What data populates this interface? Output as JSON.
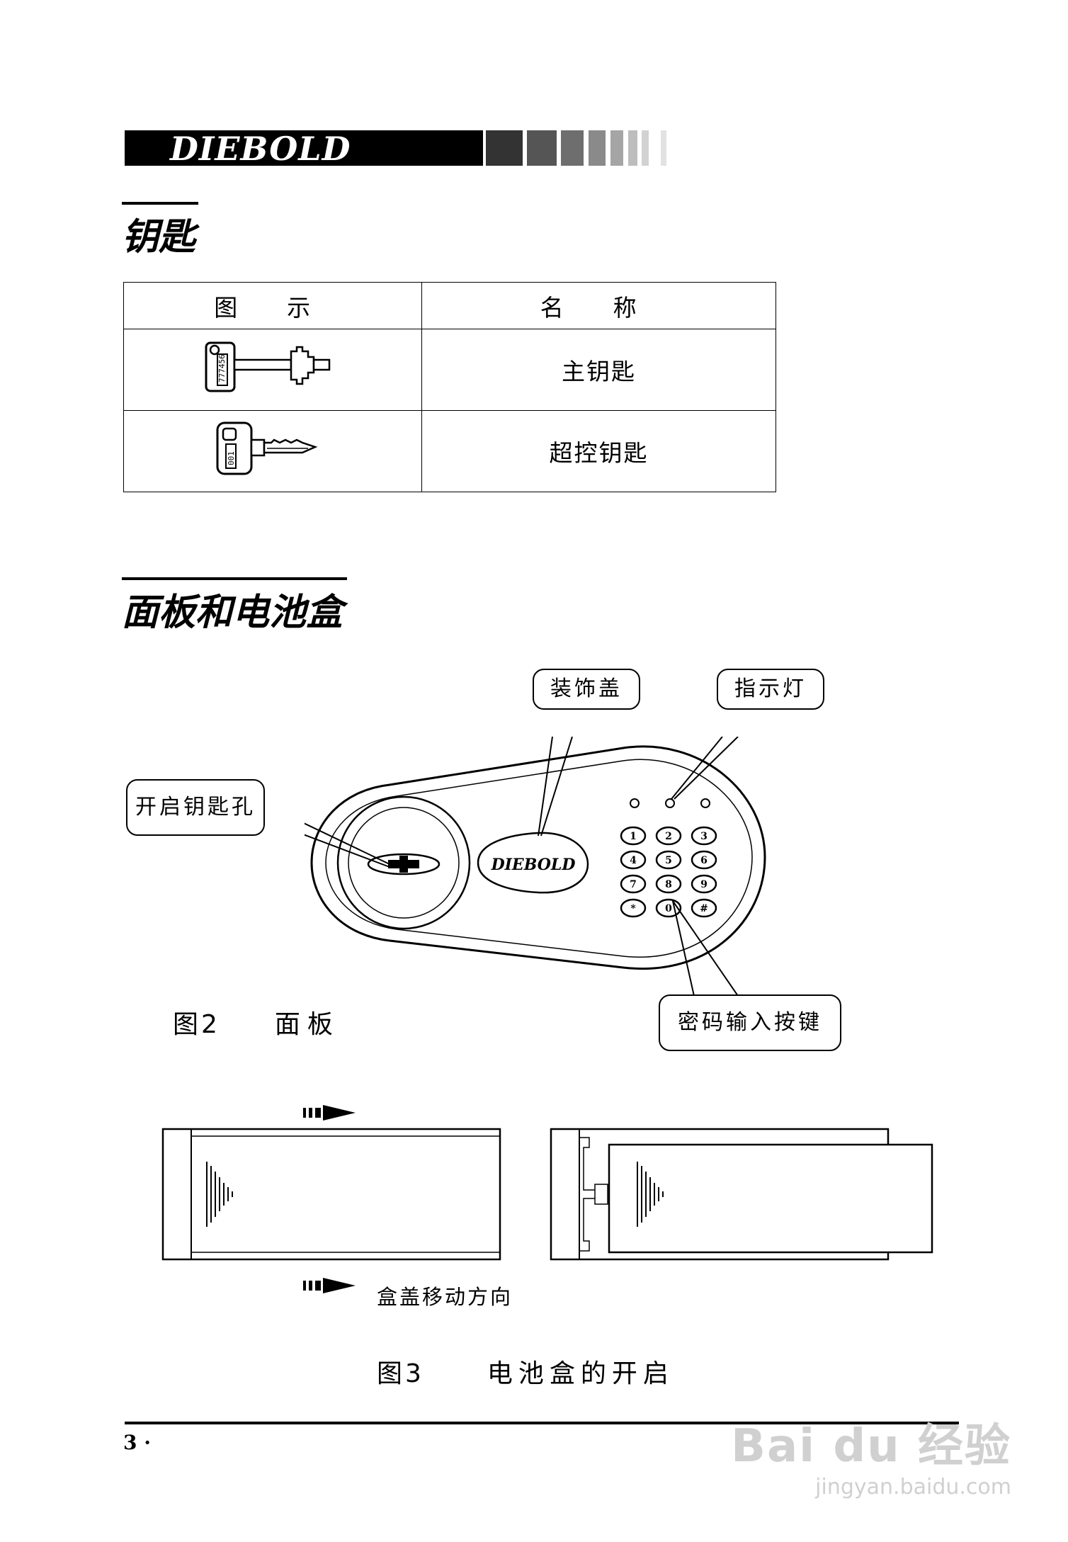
{
  "brand": {
    "logo_text": "DIEBOLD"
  },
  "sections": {
    "keys_title": "钥匙",
    "panel_title": "面板和电池盒"
  },
  "key_table": {
    "headers": [
      "图 示",
      "名 称"
    ],
    "rows": [
      {
        "icon": "master-key-icon",
        "key_label": "777456",
        "name": "主钥匙"
      },
      {
        "icon": "override-key-icon",
        "key_label": "001",
        "name": "超控钥匙"
      }
    ]
  },
  "figure2": {
    "callouts": {
      "trim_cover": "装饰盖",
      "indicator": "指示灯",
      "keyhole": "开启钥匙孔",
      "keypad": "密码输入按键"
    },
    "panel_logo": "DIEBOLD",
    "keypad_keys": [
      "1",
      "2",
      "3",
      "4",
      "5",
      "6",
      "7",
      "8",
      "9",
      "*",
      "0",
      "#"
    ],
    "caption_num": "图2",
    "caption_text": "面板"
  },
  "figure3": {
    "direction_label": "盒盖移动方向",
    "caption_num": "图3",
    "caption_text": "电池盒的开启"
  },
  "footer": {
    "page_number": "3 ·"
  },
  "watermark": {
    "brand": "Bai du 经验",
    "url": "jingyan.baidu.com"
  }
}
